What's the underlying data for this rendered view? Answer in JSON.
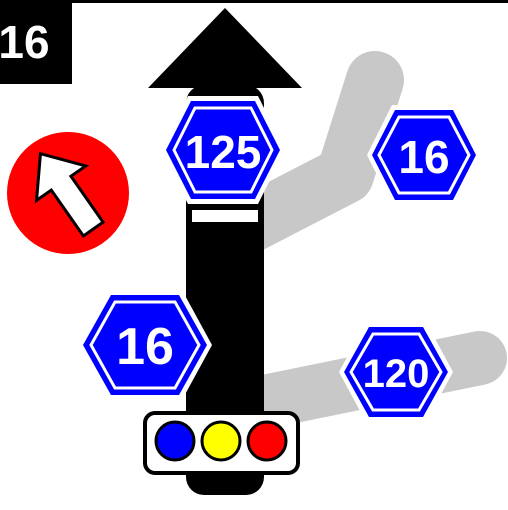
{
  "diagram_id": "16",
  "route_signs": {
    "main_ahead": "125",
    "branch_upper_right": "16",
    "branch_left": "16",
    "branch_lower_right": "120"
  },
  "traffic_light_colors": [
    "#0000ff",
    "#ffff00",
    "#ff0000"
  ],
  "icons": {
    "direction": "up-left-arrow-icon",
    "signal": "traffic-light-icon"
  },
  "colors": {
    "route_sign": "#0000ff",
    "main_road": "#000000",
    "side_road": "#c8c8c8",
    "warning_circle": "#ff0000"
  }
}
